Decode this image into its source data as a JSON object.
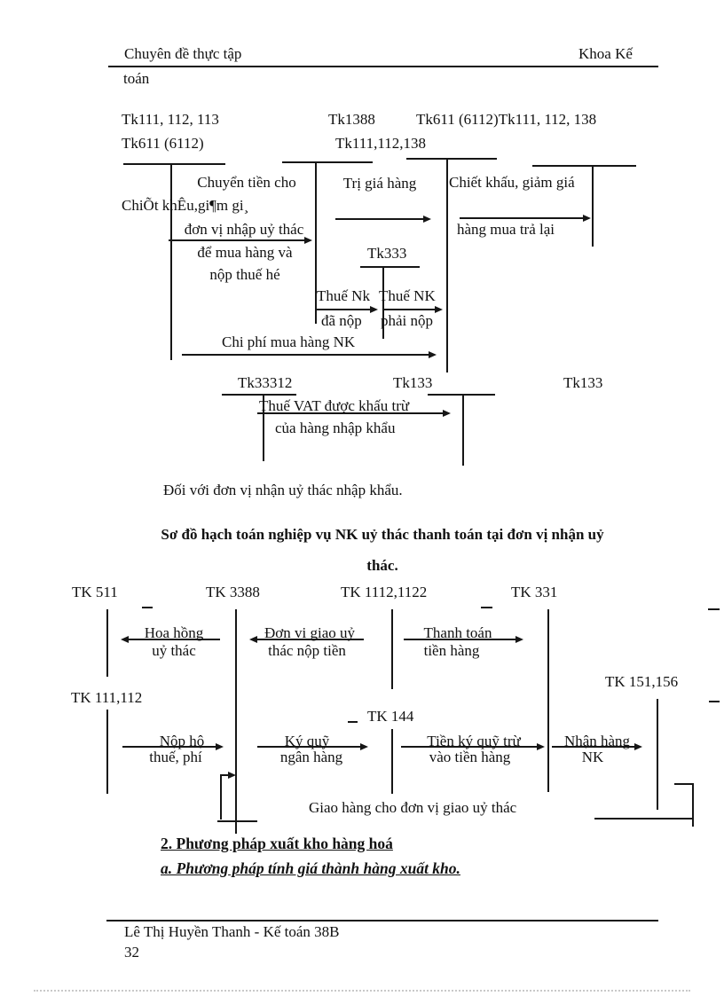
{
  "header": {
    "left_line1": "Chuyên đề thực tập",
    "left_line2": "toán",
    "right": "Khoa Kế"
  },
  "diagram1": {
    "accounts": {
      "row1_left": "Tk111, 112, 113",
      "row1_mid": "Tk1388",
      "row1_right": "Tk611 (6112)Tk111, 112, 138",
      "row2_left": "Tk611 (6112)",
      "row2_mid": "Tk111,112,138",
      "tk333": "Tk333",
      "tk33312": "Tk33312",
      "tk133_mid": "Tk133",
      "tk133_right": "Tk133"
    },
    "flows": {
      "chuyen_tien_1": "Chuyển tiền cho",
      "chiet_khau_garbled": "ChiÕt khÊu,gi¶m gi¸",
      "chuyen_tien_2": "đơn vị nhập uỷ thác",
      "chuyen_tien_3": "để mua hàng và",
      "chuyen_tien_4": "nộp thuế hé",
      "tri_gia_hang": "Trị giá hàng",
      "chiet_khau_1": "Chiết khấu, giảm giá",
      "chiet_khau_2": "hàng mua trả lại",
      "thue_nk_da_nop_1": "Thuế Nk",
      "thue_nk_da_nop_2": "đã nộp",
      "thue_nk_phai_nop_1": "Thuế NK",
      "thue_nk_phai_nop_2": "phải nộp",
      "chi_phi": "Chi phí mua hàng NK",
      "vat_1": "Thuế VAT được khấu trừ",
      "vat_2": "của hàng nhập khẩu"
    },
    "caption": "Đối với đơn vị nhận uỷ thác nhập khẩu."
  },
  "heading": {
    "line1": "Sơ đồ hạch toán nghiệp vụ NK uỷ thác thanh toán tại đơn vị nhận uỷ",
    "line2": "thác."
  },
  "diagram2": {
    "accounts": {
      "tk511": "TK 511",
      "tk3388": "TK 3388",
      "tk1112_1122": "TK 1112,1122",
      "tk331": "TK 331",
      "tk111_112": "TK 111,112",
      "tk144": "TK 144",
      "tk151_156": "TK 151,156"
    },
    "flows": {
      "hoa_hong_1": "Hoa hồng",
      "hoa_hong_2": "uỷ thác",
      "don_vi_1": "Đơn vị giao uỷ",
      "don_vi_2": "thác nộp tiền",
      "thanh_toan_1": "Thanh toán",
      "thanh_toan_2": "tiền hàng",
      "nop_ho_1": "Nộp hộ",
      "nop_ho_2": "thuế, phí",
      "ky_quy_1": "Ký quỹ",
      "ky_quy_2": "ngân hàng",
      "tien_ky_quy_1": "Tiền ký quỹ trừ",
      "tien_ky_quy_2": "vào tiền hàng",
      "nhan_hang_1": "Nhận hàng",
      "nhan_hang_2": "NK",
      "giao_hang": "Giao hàng cho đơn vị giao uỷ thác"
    }
  },
  "sections": {
    "s2": "2. Phương pháp xuất kho hàng hoá",
    "s2a": "a. Phương pháp tính giá thành hàng xuất kho."
  },
  "footer": {
    "author": "Lê Thị Huyền Thanh - Kế toán 38B",
    "page_number": "32"
  }
}
